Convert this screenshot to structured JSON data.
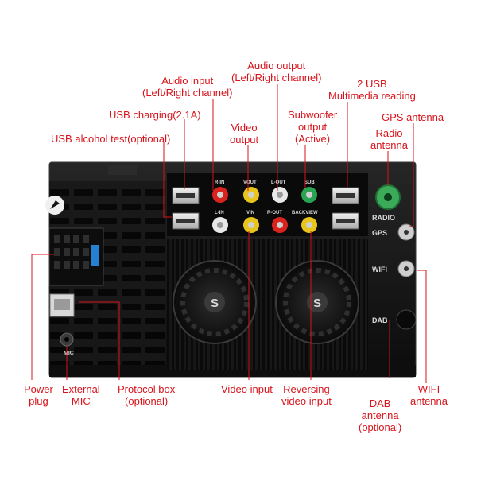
{
  "colors": {
    "callout": "#d8131b",
    "chassis": "#151515",
    "port_red": "#d8231e",
    "port_yellow": "#e7c51c",
    "port_white": "#e8e8e8",
    "port_green": "#2aa352",
    "antenna_green": "#3bab5a"
  },
  "icons": {
    "brand": "rocket-logo-icon",
    "fan_hub": "s-logo-icon"
  },
  "labels": {
    "usb_alcohol": [
      "USB alcohol test(optional)"
    ],
    "usb_charging": [
      "USB charging(2.1A)"
    ],
    "audio_input": [
      "Audio input",
      "(Left/Right channel)"
    ],
    "video_output": [
      "Video",
      "output"
    ],
    "audio_output": [
      "Audio output",
      "(Left/Right channel)"
    ],
    "subwoofer": [
      "Subwoofer",
      "output",
      "(Active)"
    ],
    "usb2": [
      "2 USB",
      "Multimedia reading"
    ],
    "gps_antenna": [
      "GPS antenna"
    ],
    "radio_antenna": [
      "Radio",
      "antenna"
    ],
    "power_plug": [
      "Power",
      "plug"
    ],
    "external_mic": [
      "External",
      "MIC"
    ],
    "protocol_box": [
      "Protocol box",
      "(optional)"
    ],
    "video_input": [
      "Video input"
    ],
    "reversing": [
      "Reversing",
      "video input"
    ],
    "dab_antenna": [
      "DAB",
      "antenna",
      "(optional)"
    ],
    "wifi_antenna": [
      "WIFI",
      "antenna"
    ]
  },
  "silkscreen": {
    "r_in": "R-IN",
    "l_in": "L-IN",
    "vout": "VOUT",
    "vin": "VIN",
    "l_out": "L-OUT",
    "r_out": "R-OUT",
    "sub": "SUB",
    "backview": "BACKVIEW",
    "radio": "RADIO",
    "gps": "GPS",
    "wifi": "WIFI",
    "dab": "DAB",
    "mic": "MIC",
    "fan_letter": "S"
  }
}
